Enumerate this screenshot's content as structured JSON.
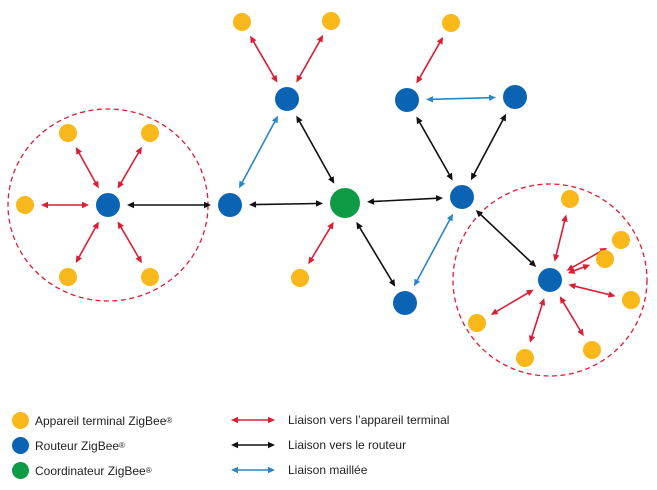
{
  "colors": {
    "terminal": "#f9b81a",
    "router": "#0a64b3",
    "coordinator": "#0f9a46",
    "link_terminal": "#dc1e35",
    "link_router": "#111111",
    "link_mesh": "#2b86c5",
    "zone_border": "#dc1e35",
    "background": "#ffffff"
  },
  "legend": {
    "nodes": [
      {
        "label": "Appareil terminal ZigBee",
        "mark": "®",
        "type": "terminal"
      },
      {
        "label": "Routeur ZigBee",
        "mark": "®",
        "type": "router"
      },
      {
        "label": "Coordinateur ZigBee",
        "mark": "®",
        "type": "coordinator"
      }
    ],
    "links": [
      {
        "label": "Liaison vers l’appareil terminal",
        "type": "terminal"
      },
      {
        "label": "Liaison vers le routeur",
        "type": "router"
      },
      {
        "label": "Liaison maillée",
        "type": "mesh"
      }
    ]
  },
  "network": {
    "nodes": [
      {
        "id": "coordinator",
        "type": "coordinator"
      },
      {
        "id": "r-left",
        "type": "router"
      },
      {
        "id": "r-mid-left",
        "type": "router"
      },
      {
        "id": "r-top",
        "type": "router"
      },
      {
        "id": "r-center-bottom",
        "type": "router"
      },
      {
        "id": "r-top-right-a",
        "type": "router"
      },
      {
        "id": "r-top-right-b",
        "type": "router"
      },
      {
        "id": "r-right-hub",
        "type": "router"
      },
      {
        "id": "r-bottom-right",
        "type": "router"
      },
      {
        "id": "t-left-1",
        "type": "terminal"
      },
      {
        "id": "t-left-2",
        "type": "terminal"
      },
      {
        "id": "t-left-3",
        "type": "terminal"
      },
      {
        "id": "t-left-4",
        "type": "terminal"
      },
      {
        "id": "t-left-5",
        "type": "terminal"
      },
      {
        "id": "t-top-1",
        "type": "terminal"
      },
      {
        "id": "t-top-2",
        "type": "terminal"
      },
      {
        "id": "t-top-3",
        "type": "terminal"
      },
      {
        "id": "t-coord-1",
        "type": "terminal"
      },
      {
        "id": "t-right-1",
        "type": "terminal"
      },
      {
        "id": "t-right-2",
        "type": "terminal"
      },
      {
        "id": "t-right-3",
        "type": "terminal"
      },
      {
        "id": "t-right-4",
        "type": "terminal"
      },
      {
        "id": "t-right-5",
        "type": "terminal"
      },
      {
        "id": "t-right-6",
        "type": "terminal"
      },
      {
        "id": "t-right-7",
        "type": "terminal"
      }
    ],
    "links": [
      {
        "from": "r-left",
        "to": "t-left-1",
        "type": "terminal"
      },
      {
        "from": "r-left",
        "to": "t-left-2",
        "type": "terminal"
      },
      {
        "from": "r-left",
        "to": "t-left-3",
        "type": "terminal"
      },
      {
        "from": "r-left",
        "to": "t-left-4",
        "type": "terminal"
      },
      {
        "from": "r-left",
        "to": "t-left-5",
        "type": "terminal"
      },
      {
        "from": "r-left",
        "to": "r-mid-left",
        "type": "router"
      },
      {
        "from": "r-mid-left",
        "to": "coordinator",
        "type": "router"
      },
      {
        "from": "r-mid-left",
        "to": "r-top",
        "type": "mesh"
      },
      {
        "from": "r-top",
        "to": "coordinator",
        "type": "router"
      },
      {
        "from": "r-top",
        "to": "t-top-1",
        "type": "terminal"
      },
      {
        "from": "r-top",
        "to": "t-top-2",
        "type": "terminal"
      },
      {
        "from": "coordinator",
        "to": "t-coord-1",
        "type": "terminal"
      },
      {
        "from": "coordinator",
        "to": "r-right-hub",
        "type": "router"
      },
      {
        "from": "coordinator",
        "to": "r-center-bottom",
        "type": "router"
      },
      {
        "from": "r-center-bottom",
        "to": "r-right-hub",
        "type": "mesh"
      },
      {
        "from": "r-top-right-a",
        "to": "t-top-3",
        "type": "terminal"
      },
      {
        "from": "r-top-right-a",
        "to": "r-top-right-b",
        "type": "mesh"
      },
      {
        "from": "r-top-right-a",
        "to": "r-right-hub",
        "type": "router"
      },
      {
        "from": "r-top-right-b",
        "to": "r-right-hub",
        "type": "router"
      },
      {
        "from": "r-right-hub",
        "to": "r-bottom-right",
        "type": "router"
      },
      {
        "from": "r-bottom-right",
        "to": "t-right-1",
        "type": "terminal"
      },
      {
        "from": "r-bottom-right",
        "to": "t-right-2",
        "type": "terminal"
      },
      {
        "from": "r-bottom-right",
        "to": "t-right-3",
        "type": "terminal"
      },
      {
        "from": "r-bottom-right",
        "to": "t-right-4",
        "type": "terminal"
      },
      {
        "from": "r-bottom-right",
        "to": "t-right-5",
        "type": "terminal"
      },
      {
        "from": "r-bottom-right",
        "to": "t-right-6",
        "type": "terminal"
      },
      {
        "from": "r-bottom-right",
        "to": "t-right-7",
        "type": "terminal"
      }
    ],
    "zones": [
      {
        "id": "zone-left",
        "center": "r-left"
      },
      {
        "id": "zone-right",
        "center": "r-bottom-right"
      }
    ]
  }
}
